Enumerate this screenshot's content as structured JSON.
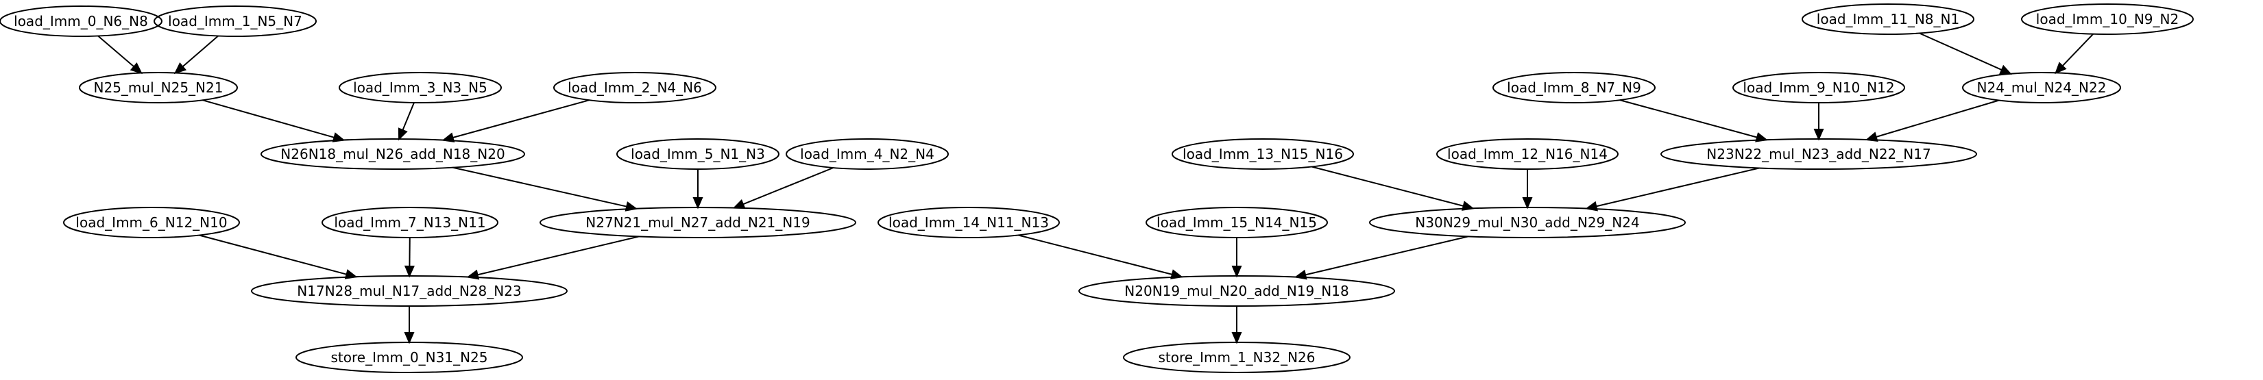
{
  "graph": {
    "nodes": [
      {
        "id": "ld0",
        "label": "load_Imm_0_N6_N8"
      },
      {
        "id": "ld1",
        "label": "load_Imm_1_N5_N7"
      },
      {
        "id": "mul25",
        "label": "N25_mul_N25_N21"
      },
      {
        "id": "ld3",
        "label": "load_Imm_3_N3_N5"
      },
      {
        "id": "ld2",
        "label": "load_Imm_2_N4_N6"
      },
      {
        "id": "ma26",
        "label": "N26N18_mul_N26_add_N18_N20"
      },
      {
        "id": "ld5",
        "label": "load_Imm_5_N1_N3"
      },
      {
        "id": "ld4",
        "label": "load_Imm_4_N2_N4"
      },
      {
        "id": "ld6",
        "label": "load_Imm_6_N12_N10"
      },
      {
        "id": "ld7",
        "label": "load_Imm_7_N13_N11"
      },
      {
        "id": "ma27",
        "label": "N27N21_mul_N27_add_N21_N19"
      },
      {
        "id": "ma17",
        "label": "N17N28_mul_N17_add_N28_N23"
      },
      {
        "id": "st0",
        "label": "store_Imm_0_N31_N25"
      },
      {
        "id": "ld11",
        "label": "load_Imm_11_N8_N1"
      },
      {
        "id": "ld10",
        "label": "load_Imm_10_N9_N2"
      },
      {
        "id": "ld8",
        "label": "load_Imm_8_N7_N9"
      },
      {
        "id": "ld9",
        "label": "load_Imm_9_N10_N12"
      },
      {
        "id": "mul24",
        "label": "N24_mul_N24_N22"
      },
      {
        "id": "ld13",
        "label": "load_Imm_13_N15_N16"
      },
      {
        "id": "ld12",
        "label": "load_Imm_12_N16_N14"
      },
      {
        "id": "ma23",
        "label": "N23N22_mul_N23_add_N22_N17"
      },
      {
        "id": "ld14",
        "label": "load_Imm_14_N11_N13"
      },
      {
        "id": "ld15",
        "label": "load_Imm_15_N14_N15"
      },
      {
        "id": "ma30",
        "label": "N30N29_mul_N30_add_N29_N24"
      },
      {
        "id": "ma20",
        "label": "N20N19_mul_N20_add_N19_N18"
      },
      {
        "id": "st1",
        "label": "store_Imm_1_N32_N26"
      }
    ],
    "edges": [
      [
        "ld0",
        "mul25"
      ],
      [
        "ld1",
        "mul25"
      ],
      [
        "mul25",
        "ma26"
      ],
      [
        "ld3",
        "ma26"
      ],
      [
        "ld2",
        "ma26"
      ],
      [
        "ma26",
        "ma27"
      ],
      [
        "ld5",
        "ma27"
      ],
      [
        "ld4",
        "ma27"
      ],
      [
        "ld6",
        "ma17"
      ],
      [
        "ld7",
        "ma17"
      ],
      [
        "ma27",
        "ma17"
      ],
      [
        "ma17",
        "st0"
      ],
      [
        "ld11",
        "mul24"
      ],
      [
        "ld10",
        "mul24"
      ],
      [
        "ld8",
        "ma23"
      ],
      [
        "ld9",
        "ma23"
      ],
      [
        "mul24",
        "ma23"
      ],
      [
        "ld13",
        "ma30"
      ],
      [
        "ld12",
        "ma30"
      ],
      [
        "ma23",
        "ma30"
      ],
      [
        "ld14",
        "ma20"
      ],
      [
        "ld15",
        "ma20"
      ],
      [
        "ma30",
        "ma20"
      ],
      [
        "ma20",
        "st1"
      ]
    ]
  }
}
